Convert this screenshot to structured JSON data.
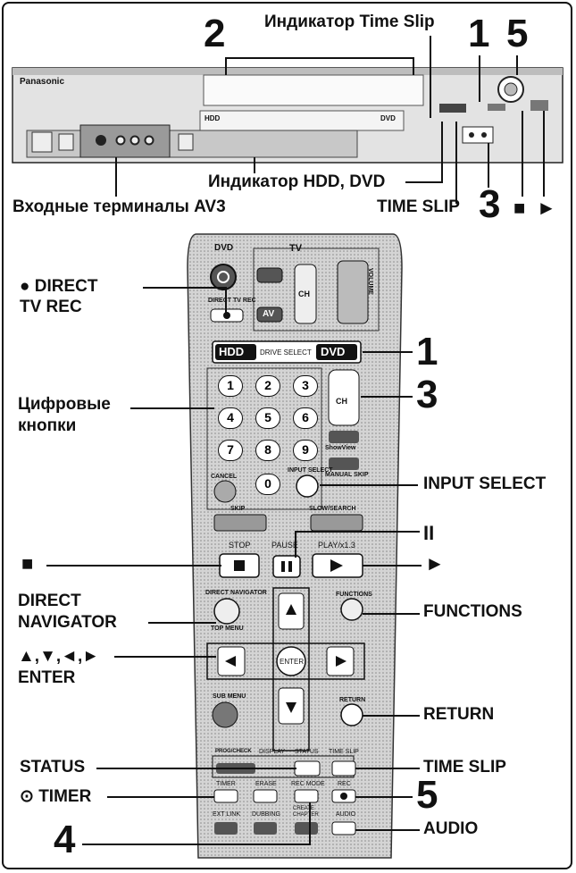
{
  "recorder": {
    "brand": "Panasonic",
    "hdd_label": "HDD",
    "dvd_label": "DVD",
    "time_slip_indicator": "Индикатор Time Slip",
    "hdd_dvd_indicator": "Индикатор HDD, DVD",
    "av3_terminals": "Входные терминалы AV3",
    "time_slip": "TIME SLIP",
    "num_1": "1",
    "num_2": "2",
    "num_3": "3",
    "num_5": "5"
  },
  "remote": {
    "dvd": "DVD",
    "tv": "TV",
    "av": "AV",
    "ch": "CH",
    "volume": "VOLUME",
    "direct_tv_rec_small": "DIRECT TV REC",
    "drive_hdd": "HDD",
    "drive_select": "DRIVE SELECT",
    "drive_dvd": "DVD",
    "digits": [
      "1",
      "2",
      "3",
      "4",
      "5",
      "6",
      "7",
      "8",
      "9",
      "0"
    ],
    "cancel": "CANCEL",
    "show_view": "ShowView",
    "manual_skip": "MANUAL SKIP",
    "input_select_small": "INPUT SELECT",
    "skip": "SKIP",
    "slow_search": "SLOW/SEARCH",
    "stop": "STOP",
    "pause": "PAUSE",
    "play": "PLAY/x1.3",
    "direct_navigator_small": "DIRECT NAVIGATOR",
    "top_menu": "TOP MENU",
    "functions_small": "FUNCTIONS",
    "enter": "ENTER",
    "sub_menu": "SUB MENU",
    "return_small": "RETURN",
    "prog_check": "PROG/CHECK",
    "display": "DISPLAY",
    "status_small": "STATUS",
    "time_slip_small": "TIME SLIP",
    "timer": "TIMER",
    "erase": "ERASE",
    "rec_mode": "REC MODE",
    "rec": "REC",
    "ext_link": "EXT LINK",
    "dubbing": "DUBBING",
    "create_chapter": "CREATE CHAPTER",
    "audio_small": "AUDIO"
  },
  "callouts": {
    "direct_tv_rec_1": "● DIRECT",
    "direct_tv_rec_2": "TV REC",
    "digit_buttons_1": "Цифровые",
    "digit_buttons_2": "кнопки",
    "num_1": "1",
    "num_3": "3",
    "input_select": "INPUT SELECT",
    "pause_sym": "II",
    "stop_sym": "■",
    "play_sym": "►",
    "direct_navigator_1": "DIRECT",
    "direct_navigator_2": "NAVIGATOR",
    "functions": "FUNCTIONS",
    "arrows": "▲,▼,◄,►",
    "enter": "ENTER",
    "return": "RETURN",
    "status": "STATUS",
    "time_slip": "TIME SLIP",
    "timer": "⊙ TIMER",
    "num_5": "5",
    "num_4": "4",
    "audio": "AUDIO"
  }
}
